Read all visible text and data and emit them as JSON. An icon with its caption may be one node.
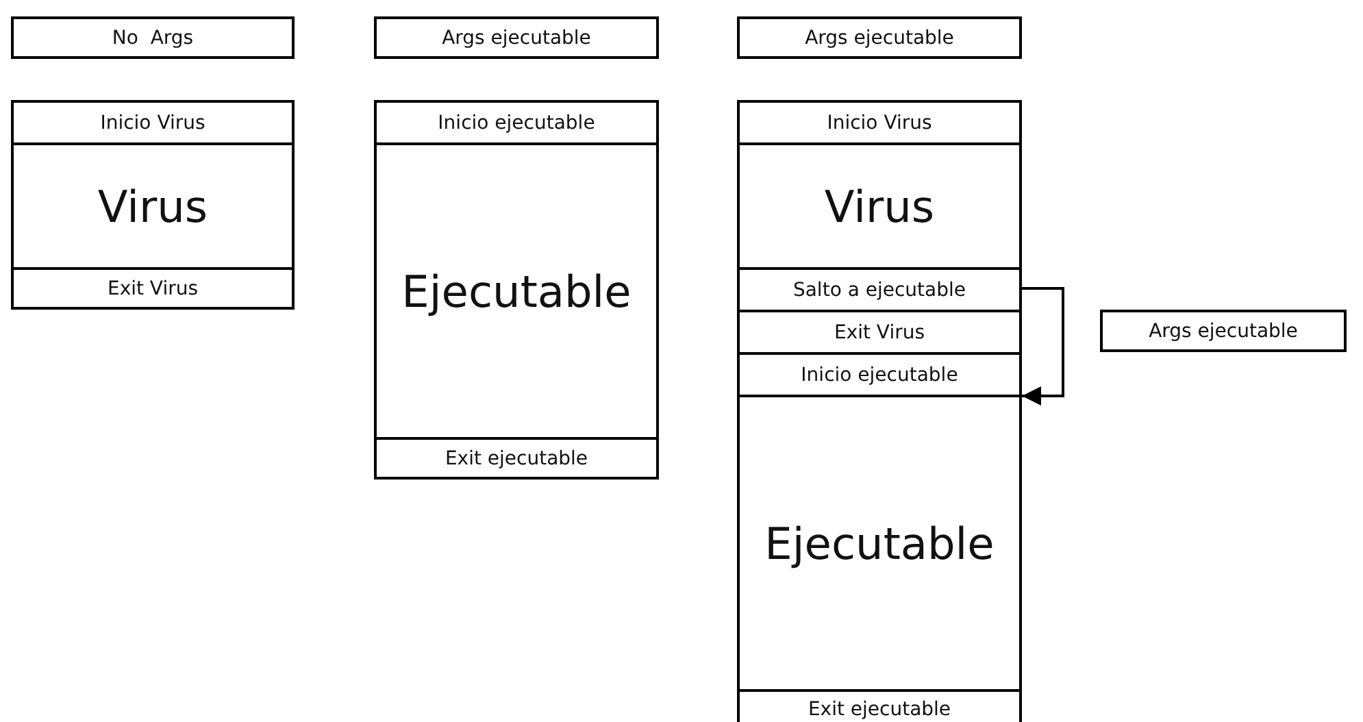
{
  "diagram": {
    "nodes": [
      {
        "text": [
          "No  Args"
        ]
      },
      {
        "text": [
          "Args ejecutable"
        ]
      },
      {
        "text": [
          "Args ejecutable"
        ]
      },
      {
        "text": [
          "Inicio Virus"
        ]
      },
      {
        "text": [
          "Virus"
        ]
      },
      {
        "text": [
          "Exit Virus"
        ]
      },
      {
        "text": [
          "Inicio ejecutable"
        ]
      },
      {
        "text": [
          "Ejecutable"
        ]
      },
      {
        "text": [
          "Exit ejecutable"
        ]
      },
      {
        "text": [
          "Inicio Virus"
        ]
      },
      {
        "text": [
          "Virus"
        ]
      },
      {
        "text": [
          "Salto a ejecutable"
        ]
      },
      {
        "text": [
          "Exit Virus"
        ]
      },
      {
        "text": [
          "Inicio ejecutable"
        ]
      },
      {
        "text": [
          "Ejecutable"
        ]
      },
      {
        "text": [
          "Exit ejecutable"
        ]
      },
      {
        "text": [
          "Args ejecutable"
        ]
      }
    ],
    "edges": [
      {
        "from": 11,
        "to": 14,
        "arrow": "to"
      }
    ]
  }
}
